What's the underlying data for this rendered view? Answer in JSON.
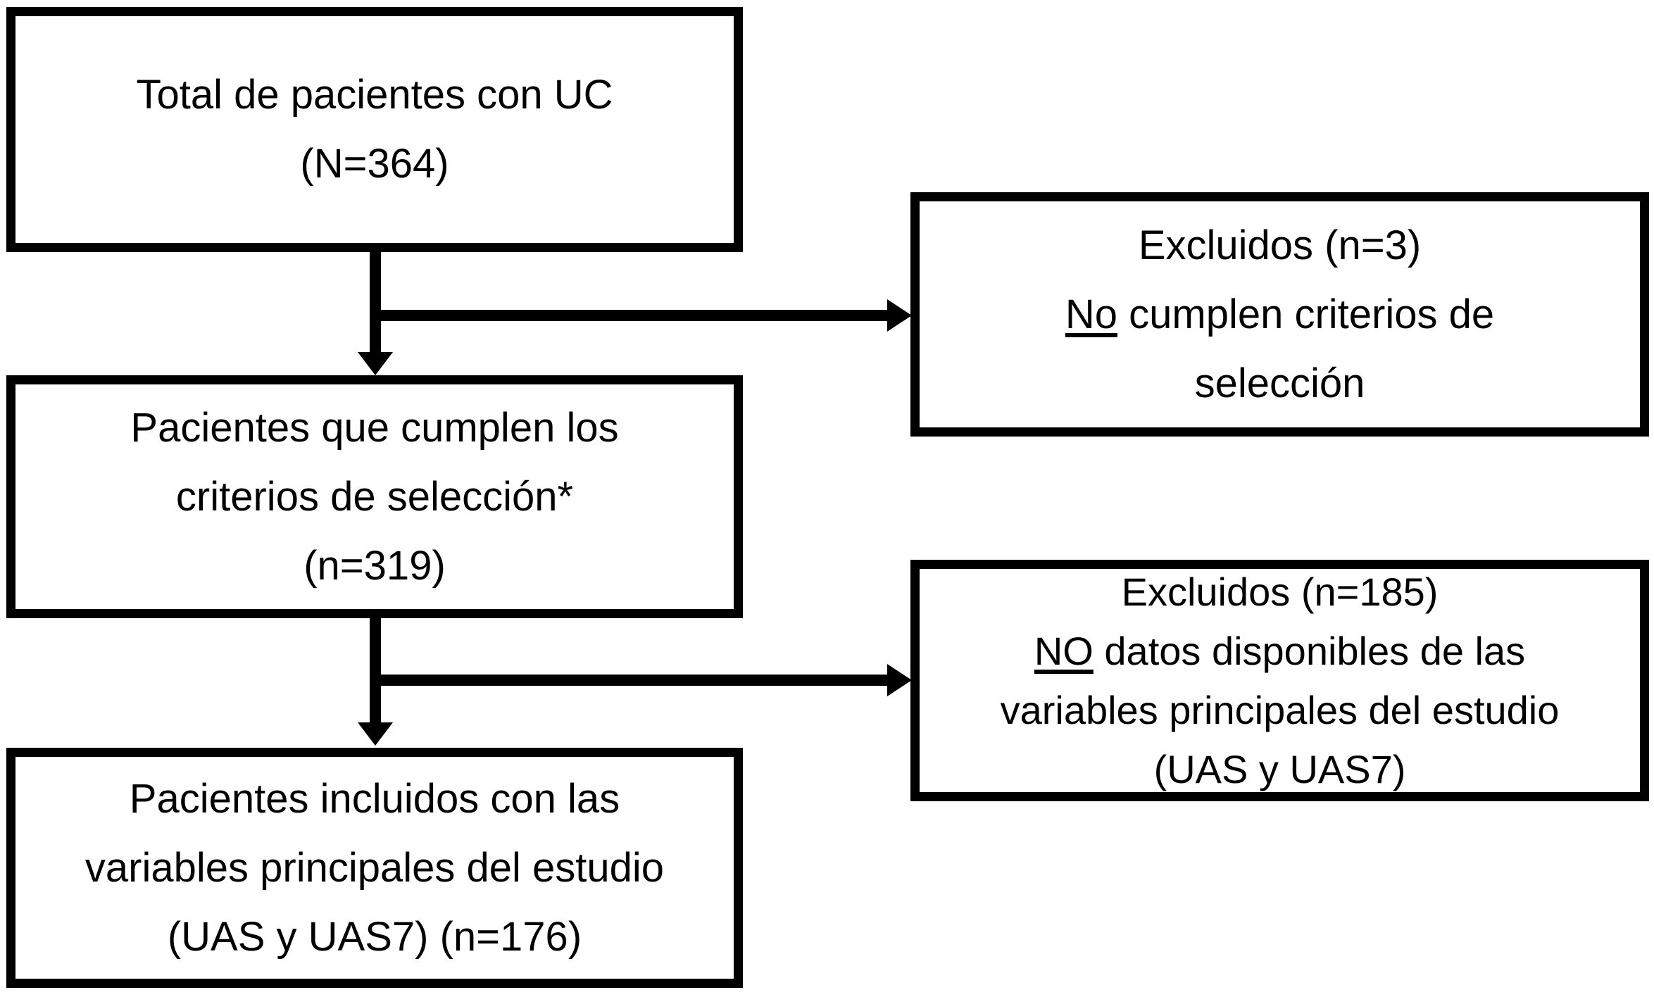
{
  "diagram": {
    "title": "Patient selection flowchart (UC study)",
    "colors": {
      "line": "#000000",
      "text": "#000000",
      "background": "#ffffff"
    },
    "boxes": {
      "total": {
        "lines": [
          {
            "text": "Total de pacientes con UC"
          },
          {
            "text": "(N=364)"
          }
        ]
      },
      "excluded1": {
        "lines": [
          {
            "text": "Excluidos (n=3)"
          },
          {
            "parts": [
              {
                "text": "No",
                "underline": true
              },
              {
                "text": " cumplen criterios de"
              }
            ]
          },
          {
            "text": "selección"
          }
        ]
      },
      "eligible": {
        "lines": [
          {
            "text": "Pacientes que cumplen los"
          },
          {
            "text": "criterios de selección*"
          },
          {
            "text": "(n=319)"
          }
        ]
      },
      "excluded2": {
        "lines": [
          {
            "text": "Excluidos (n=185)"
          },
          {
            "parts": [
              {
                "text": "NO",
                "underline": true
              },
              {
                "text": " datos disponibles de las"
              }
            ]
          },
          {
            "text": "variables principales del estudio"
          },
          {
            "text": "(UAS y UAS7)"
          }
        ]
      },
      "included": {
        "lines": [
          {
            "text": "Pacientes incluidos con las"
          },
          {
            "text": "variables principales del estudio"
          },
          {
            "text": "(UAS y UAS7) (n=176)"
          }
        ]
      }
    }
  }
}
